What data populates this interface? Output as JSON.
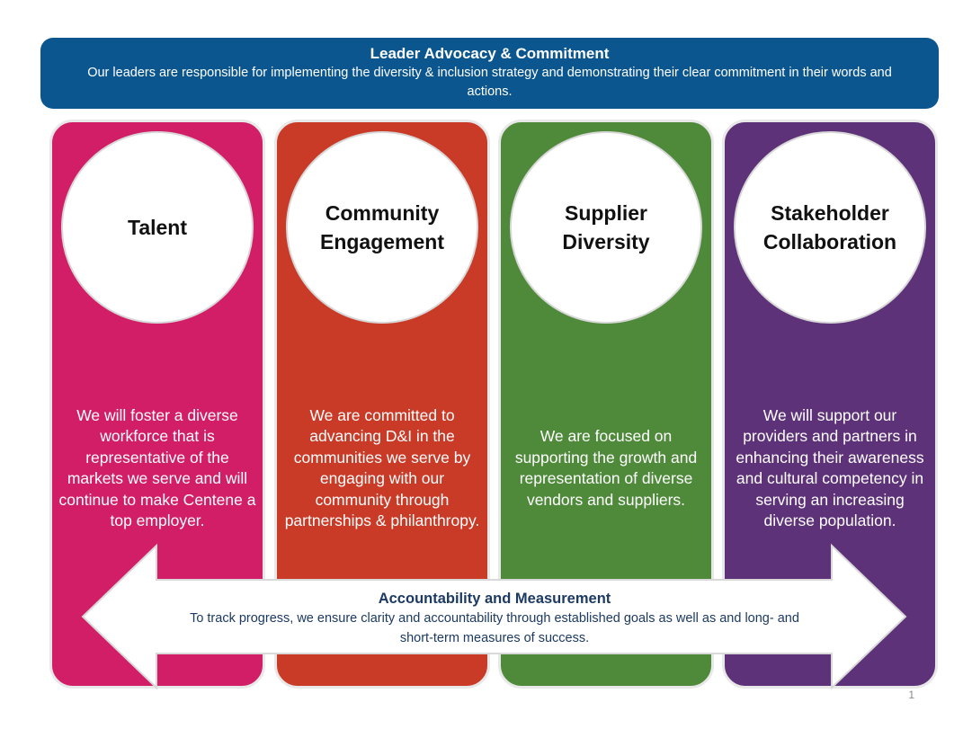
{
  "banner": {
    "title": "Leader Advocacy & Commitment",
    "text": "Our leaders are responsible for implementing the diversity & inclusion strategy and demonstrating their clear commitment in their words and actions."
  },
  "pillars": [
    {
      "title": "Talent",
      "text": "We will foster a diverse workforce that is representative of the markets we serve and will continue to make Centene a top employer.",
      "color": "#d21d67"
    },
    {
      "title": "Community\nEngagement",
      "text": "We are committed to advancing D&I in the communities we serve by engaging with our community through partnerships & philanthropy.",
      "color": "#c93a27"
    },
    {
      "title": "Supplier\nDiversity",
      "text": "We are focused on supporting the growth and representation of diverse vendors and suppliers.",
      "color": "#4e8a3a"
    },
    {
      "title": "Stakeholder\nCollaboration",
      "text": "We will support our providers and partners in enhancing their awareness and cultural competency in serving an increasing diverse population.",
      "color": "#5e3278"
    }
  ],
  "footer_arrow": {
    "title": "Accountability and Measurement",
    "text": "To track progress, we ensure clarity and accountability through established goals as well as and long- and short-term  measures of success."
  },
  "page_number": "1",
  "colors": {
    "banner": "#0b568f",
    "arrow_text": "#1c3a63"
  }
}
